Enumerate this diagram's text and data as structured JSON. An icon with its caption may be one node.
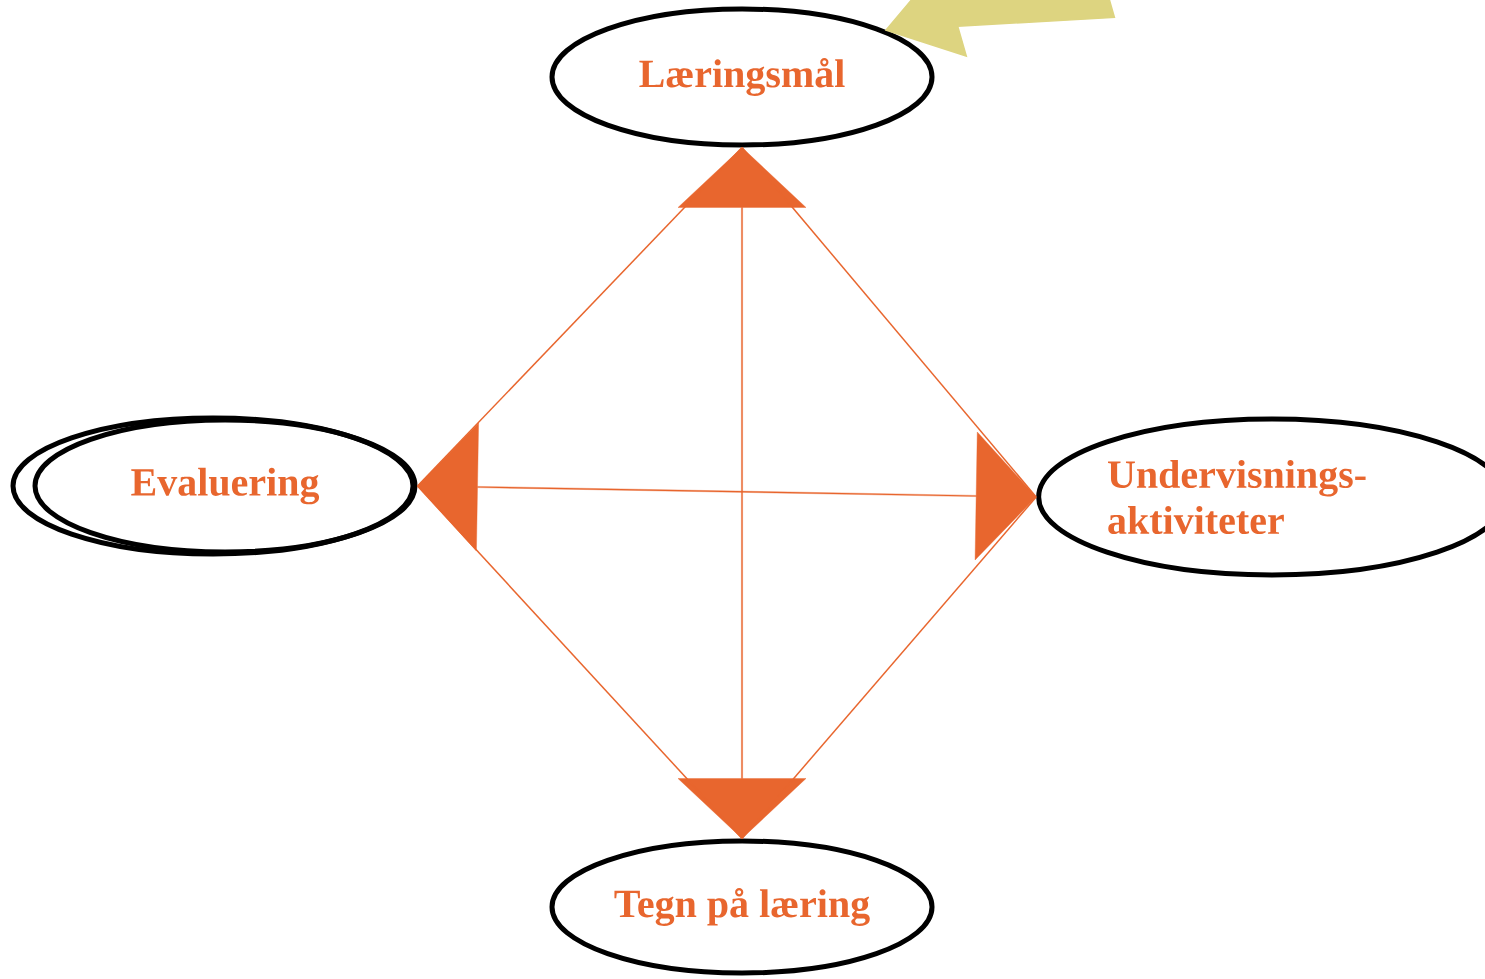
{
  "diagram": {
    "nodes": [
      {
        "text": [
          "Læringsmål"
        ]
      },
      {
        "text": [
          "Evaluering"
        ]
      },
      {
        "text": [
          "Undervisnings- aktiviteter"
        ]
      },
      {
        "text": [
          "Tegn på læring"
        ]
      }
    ],
    "edges": [
      {
        "from": 0,
        "to": 3,
        "arrow": "both"
      },
      {
        "from": 1,
        "to": 2,
        "arrow": "both"
      },
      {
        "from": 0,
        "to": 2,
        "arrow": "none"
      },
      {
        "from": 2,
        "to": 3,
        "arrow": "none"
      },
      {
        "from": 3,
        "to": 1,
        "arrow": "none"
      },
      {
        "from": 1,
        "to": 0,
        "arrow": "none"
      },
      {
        "from": null,
        "to": 0,
        "arrow": "to",
        "style": "thick",
        "color": "#ddd480"
      }
    ]
  }
}
